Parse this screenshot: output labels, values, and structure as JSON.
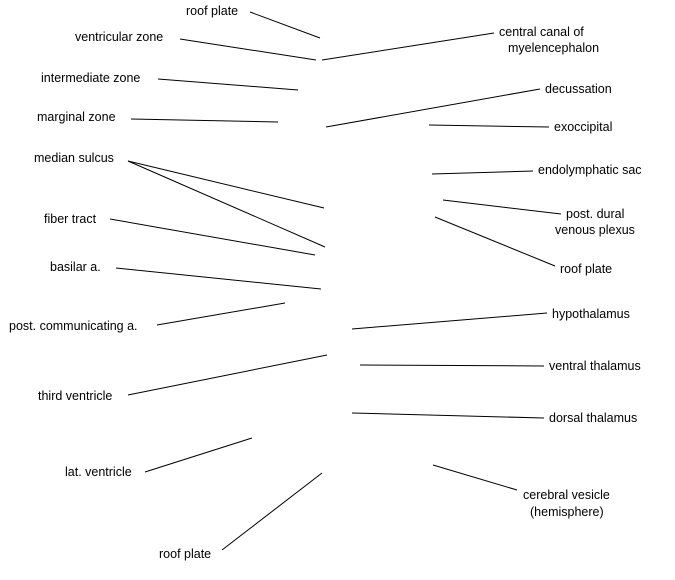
{
  "labels": {
    "roof_plate_top": "roof plate",
    "ventricular_zone": "ventricular zone",
    "intermediate_zone": "intermediate zone",
    "marginal_zone": "marginal zone",
    "median_sulcus": "median sulcus",
    "fiber_tract": "fiber tract",
    "basilar_a": "basilar a.",
    "post_communicating_a": "post. communicating a.",
    "third_ventricle": "third ventricle",
    "lat_ventricle": "lat. ventricle",
    "roof_plate_bottom": "roof plate",
    "central_canal_line1": "central canal of",
    "central_canal_line2": "myelencephalon",
    "decussation": "decussation",
    "exoccipital": "exoccipital",
    "endolymphatic_sac": "endolymphatic sac",
    "post_dural_line1": "post. dural",
    "post_dural_line2": "venous plexus",
    "roof_plate_right": "roof plate",
    "hypothalamus": "hypothalamus",
    "ventral_thalamus": "ventral thalamus",
    "dorsal_thalamus": "dorsal thalamus",
    "cerebral_vesicle_line1": "cerebral vesicle",
    "cerebral_vesicle_line2": "(hemisphere)"
  }
}
